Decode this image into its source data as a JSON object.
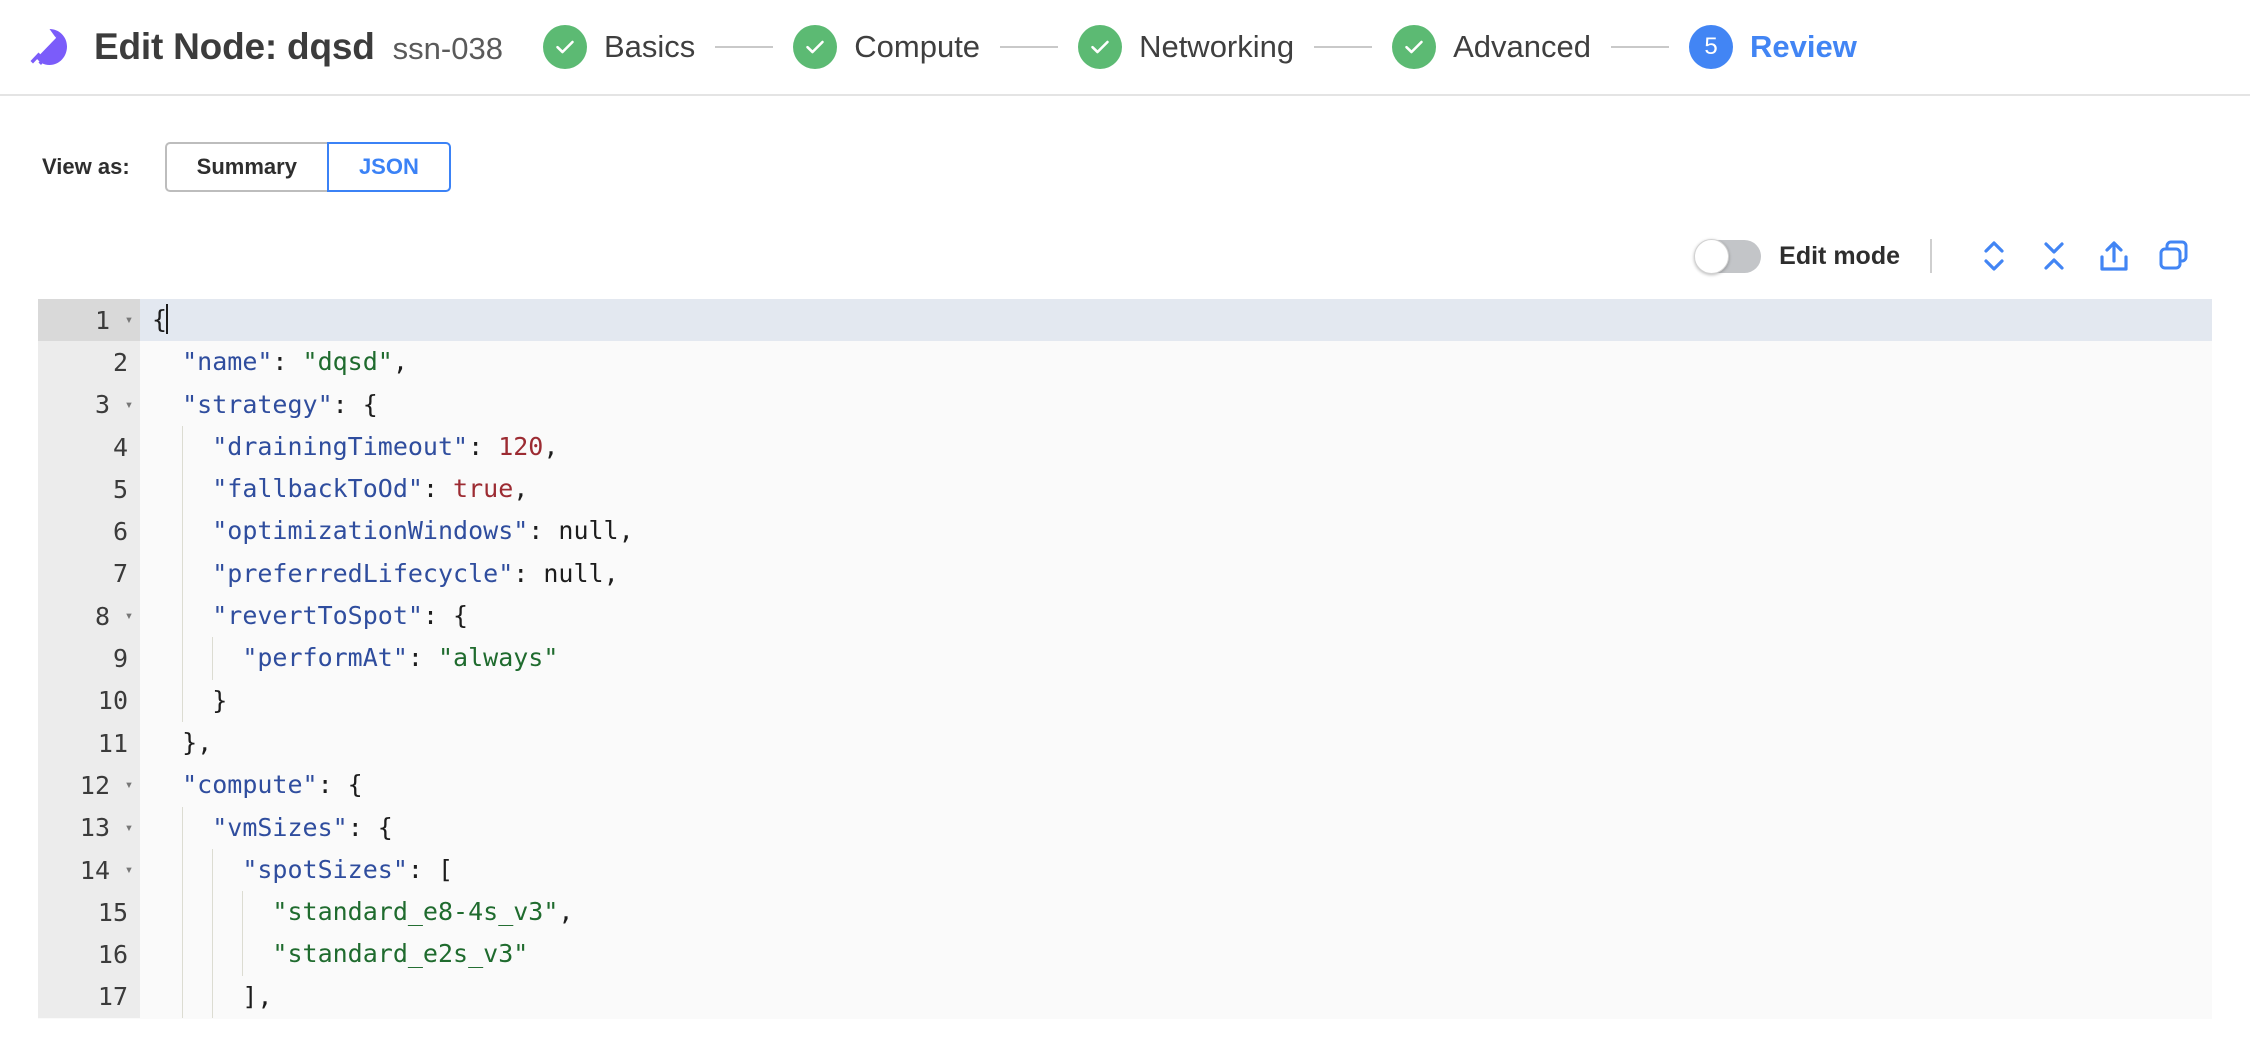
{
  "header": {
    "logo_icon": "spot-logo-icon",
    "title": "Edit Node: dqsd",
    "subtitle": "ssn-038",
    "steps": [
      {
        "label": "Basics",
        "state": "done",
        "badge": "check-icon"
      },
      {
        "label": "Compute",
        "state": "done",
        "badge": "check-icon"
      },
      {
        "label": "Networking",
        "state": "done",
        "badge": "check-icon"
      },
      {
        "label": "Advanced",
        "state": "done",
        "badge": "check-icon"
      },
      {
        "label": "Review",
        "state": "active",
        "badge": "5"
      }
    ]
  },
  "view_as": {
    "label": "View as:",
    "options": [
      "Summary",
      "JSON"
    ],
    "selected": "JSON"
  },
  "toolbar": {
    "edit_mode_label": "Edit mode",
    "edit_mode_on": false,
    "icons": [
      "expand-all-icon",
      "collapse-all-icon",
      "export-icon",
      "copy-icon"
    ]
  },
  "colors": {
    "accent_blue": "#4285f4",
    "step_green": "#5cba73",
    "logo_purple": "#7b5cfa",
    "json_key": "#2f4d9e",
    "json_string": "#1f6b2e",
    "json_number": "#9c2b32",
    "active_line": "#e3e8f0"
  },
  "editor": {
    "active_line": 1,
    "lines": [
      {
        "no": 1,
        "fold": true,
        "indent": 0,
        "tokens": [
          {
            "t": "punc",
            "v": "{"
          },
          {
            "t": "caret",
            "v": ""
          }
        ]
      },
      {
        "no": 2,
        "fold": false,
        "indent": 1,
        "tokens": [
          {
            "t": "plain",
            "v": "  "
          },
          {
            "t": "key",
            "v": "\"name\""
          },
          {
            "t": "punc",
            "v": ": "
          },
          {
            "t": "str",
            "v": "\"dqsd\""
          },
          {
            "t": "punc",
            "v": ","
          }
        ]
      },
      {
        "no": 3,
        "fold": true,
        "indent": 1,
        "tokens": [
          {
            "t": "plain",
            "v": "  "
          },
          {
            "t": "key",
            "v": "\"strategy\""
          },
          {
            "t": "punc",
            "v": ": {"
          }
        ]
      },
      {
        "no": 4,
        "fold": false,
        "indent": 2,
        "tokens": [
          {
            "t": "plain",
            "v": "    "
          },
          {
            "t": "key",
            "v": "\"drainingTimeout\""
          },
          {
            "t": "punc",
            "v": ": "
          },
          {
            "t": "num",
            "v": "120"
          },
          {
            "t": "punc",
            "v": ","
          }
        ]
      },
      {
        "no": 5,
        "fold": false,
        "indent": 2,
        "tokens": [
          {
            "t": "plain",
            "v": "    "
          },
          {
            "t": "key",
            "v": "\"fallbackToOd\""
          },
          {
            "t": "punc",
            "v": ": "
          },
          {
            "t": "bool",
            "v": "true"
          },
          {
            "t": "punc",
            "v": ","
          }
        ]
      },
      {
        "no": 6,
        "fold": false,
        "indent": 2,
        "tokens": [
          {
            "t": "plain",
            "v": "    "
          },
          {
            "t": "key",
            "v": "\"optimizationWindows\""
          },
          {
            "t": "punc",
            "v": ": "
          },
          {
            "t": "null",
            "v": "null"
          },
          {
            "t": "punc",
            "v": ","
          }
        ]
      },
      {
        "no": 7,
        "fold": false,
        "indent": 2,
        "tokens": [
          {
            "t": "plain",
            "v": "    "
          },
          {
            "t": "key",
            "v": "\"preferredLifecycle\""
          },
          {
            "t": "punc",
            "v": ": "
          },
          {
            "t": "null",
            "v": "null"
          },
          {
            "t": "punc",
            "v": ","
          }
        ]
      },
      {
        "no": 8,
        "fold": true,
        "indent": 2,
        "tokens": [
          {
            "t": "plain",
            "v": "    "
          },
          {
            "t": "key",
            "v": "\"revertToSpot\""
          },
          {
            "t": "punc",
            "v": ": {"
          }
        ]
      },
      {
        "no": 9,
        "fold": false,
        "indent": 3,
        "tokens": [
          {
            "t": "plain",
            "v": "      "
          },
          {
            "t": "key",
            "v": "\"performAt\""
          },
          {
            "t": "punc",
            "v": ": "
          },
          {
            "t": "str",
            "v": "\"always\""
          }
        ]
      },
      {
        "no": 10,
        "fold": false,
        "indent": 2,
        "tokens": [
          {
            "t": "plain",
            "v": "    "
          },
          {
            "t": "punc",
            "v": "}"
          }
        ]
      },
      {
        "no": 11,
        "fold": false,
        "indent": 1,
        "tokens": [
          {
            "t": "plain",
            "v": "  "
          },
          {
            "t": "punc",
            "v": "},"
          }
        ]
      },
      {
        "no": 12,
        "fold": true,
        "indent": 1,
        "tokens": [
          {
            "t": "plain",
            "v": "  "
          },
          {
            "t": "key",
            "v": "\"compute\""
          },
          {
            "t": "punc",
            "v": ": {"
          }
        ]
      },
      {
        "no": 13,
        "fold": true,
        "indent": 2,
        "tokens": [
          {
            "t": "plain",
            "v": "    "
          },
          {
            "t": "key",
            "v": "\"vmSizes\""
          },
          {
            "t": "punc",
            "v": ": {"
          }
        ]
      },
      {
        "no": 14,
        "fold": true,
        "indent": 3,
        "tokens": [
          {
            "t": "plain",
            "v": "      "
          },
          {
            "t": "key",
            "v": "\"spotSizes\""
          },
          {
            "t": "punc",
            "v": ": ["
          }
        ]
      },
      {
        "no": 15,
        "fold": false,
        "indent": 4,
        "tokens": [
          {
            "t": "plain",
            "v": "        "
          },
          {
            "t": "str",
            "v": "\"standard_e8-4s_v3\""
          },
          {
            "t": "punc",
            "v": ","
          }
        ]
      },
      {
        "no": 16,
        "fold": false,
        "indent": 4,
        "tokens": [
          {
            "t": "plain",
            "v": "        "
          },
          {
            "t": "str",
            "v": "\"standard_e2s_v3\""
          }
        ]
      },
      {
        "no": 17,
        "fold": false,
        "indent": 3,
        "tokens": [
          {
            "t": "plain",
            "v": "      "
          },
          {
            "t": "punc",
            "v": "],"
          }
        ]
      }
    ]
  }
}
